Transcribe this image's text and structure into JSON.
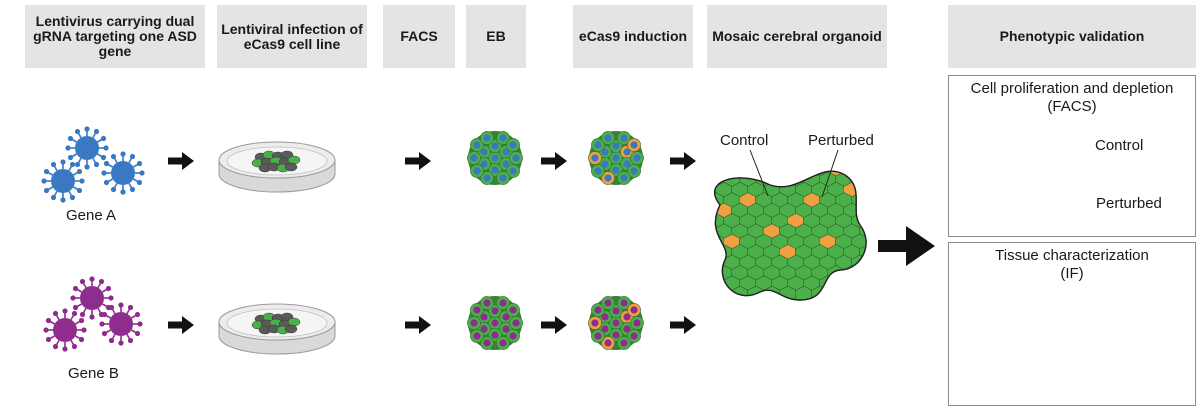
{
  "headers": [
    "Lentivirus carrying dual gRNA targeting one ASD gene",
    "Lentiviral infection of eCas9 cell line",
    "FACS",
    "EB",
    "eCas9 induction",
    "Mosaic cerebral organoid",
    "Phenotypic validation"
  ],
  "genes": {
    "a": "Gene A",
    "b": "Gene B"
  },
  "organoid": {
    "control_label": "Control",
    "perturbed_label": "Perturbed"
  },
  "validation": {
    "facs_title_line1": "Cell proliferation and depletion",
    "facs_title_line2": "(FACS)",
    "control_label": "Control",
    "perturbed_label": "Perturbed",
    "tissue_title_line1": "Tissue characterization",
    "tissue_title_line2": "(IF)"
  },
  "colors": {
    "gene_a": "#3a78c2",
    "gene_b": "#8e2d8e",
    "green": "#4cb04a",
    "orange": "#f0a040",
    "header_bg": "#e4e4e4",
    "tube_pink": "#f2c6d0",
    "tube_cap": "#6f86c9"
  }
}
